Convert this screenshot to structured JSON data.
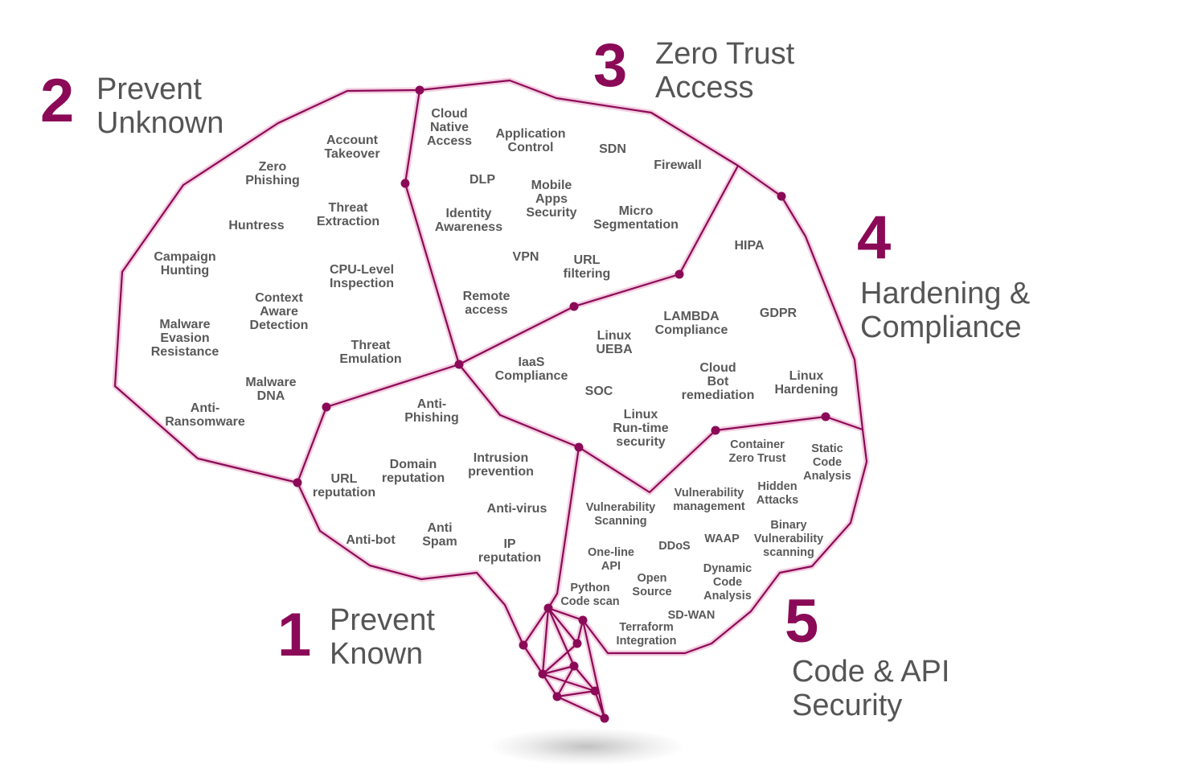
{
  "sections": [
    {
      "id": "s1",
      "number": "1",
      "title": [
        "Prevent",
        "Known"
      ]
    },
    {
      "id": "s2",
      "number": "2",
      "title": [
        "Prevent",
        "Unknown"
      ]
    },
    {
      "id": "s3",
      "number": "3",
      "title": [
        "Zero Trust",
        "Access"
      ]
    },
    {
      "id": "s4",
      "number": "4",
      "title": [
        "Hardening &",
        "Compliance"
      ]
    },
    {
      "id": "s5",
      "number": "5",
      "title": [
        "Code & API",
        "Security"
      ]
    }
  ],
  "colors": {
    "accent": "#8b0a57",
    "text": "#595959",
    "glow": "#f0c8dc"
  },
  "labels": [
    {
      "section": "s2",
      "lines": [
        "Account",
        "Takeover"
      ]
    },
    {
      "section": "s2",
      "lines": [
        "Zero",
        "Phishing"
      ]
    },
    {
      "section": "s2",
      "lines": [
        "Threat",
        "Extraction"
      ]
    },
    {
      "section": "s2",
      "lines": [
        "Huntress"
      ]
    },
    {
      "section": "s2",
      "lines": [
        "Campaign",
        "Hunting"
      ]
    },
    {
      "section": "s2",
      "lines": [
        "CPU-Level",
        "Inspection"
      ]
    },
    {
      "section": "s2",
      "lines": [
        "Context",
        "Aware",
        "Detection"
      ]
    },
    {
      "section": "s2",
      "lines": [
        "Malware",
        "Evasion",
        "Resistance"
      ]
    },
    {
      "section": "s2",
      "lines": [
        "Threat",
        "Emulation"
      ]
    },
    {
      "section": "s2",
      "lines": [
        "Malware",
        "DNA"
      ]
    },
    {
      "section": "s2",
      "lines": [
        "Anti-",
        "Ransomware"
      ]
    },
    {
      "section": "s3",
      "lines": [
        "Cloud",
        "Native",
        "Access"
      ]
    },
    {
      "section": "s3",
      "lines": [
        "Application",
        "Control"
      ]
    },
    {
      "section": "s3",
      "lines": [
        "SDN"
      ]
    },
    {
      "section": "s3",
      "lines": [
        "Firewall"
      ]
    },
    {
      "section": "s3",
      "lines": [
        "DLP"
      ]
    },
    {
      "section": "s3",
      "lines": [
        "Mobile",
        "Apps",
        "Security"
      ]
    },
    {
      "section": "s3",
      "lines": [
        "Identity",
        "Awareness"
      ]
    },
    {
      "section": "s3",
      "lines": [
        "Micro",
        "Segmentation"
      ]
    },
    {
      "section": "s3",
      "lines": [
        "VPN"
      ]
    },
    {
      "section": "s3",
      "lines": [
        "URL",
        "filtering"
      ]
    },
    {
      "section": "s3",
      "lines": [
        "Remote",
        "access"
      ]
    },
    {
      "section": "s4",
      "lines": [
        "HIPA"
      ]
    },
    {
      "section": "s4",
      "lines": [
        "LAMBDA",
        "Compliance"
      ]
    },
    {
      "section": "s4",
      "lines": [
        "GDPR"
      ]
    },
    {
      "section": "s4",
      "lines": [
        "Linux",
        "UEBA"
      ]
    },
    {
      "section": "s4",
      "lines": [
        "IaaS",
        "Compliance"
      ]
    },
    {
      "section": "s4",
      "lines": [
        "Cloud",
        "Bot",
        "remediation"
      ]
    },
    {
      "section": "s4",
      "lines": [
        "Linux",
        "Hardening"
      ]
    },
    {
      "section": "s4",
      "lines": [
        "SOC"
      ]
    },
    {
      "section": "s4",
      "lines": [
        "Linux",
        "Run-time",
        "security"
      ]
    },
    {
      "section": "s1",
      "lines": [
        "Anti-",
        "Phishing"
      ]
    },
    {
      "section": "s1",
      "lines": [
        "Domain",
        "reputation"
      ]
    },
    {
      "section": "s1",
      "lines": [
        "Intrusion",
        "prevention"
      ]
    },
    {
      "section": "s1",
      "lines": [
        "URL",
        "reputation"
      ]
    },
    {
      "section": "s1",
      "lines": [
        "Anti-virus"
      ]
    },
    {
      "section": "s1",
      "lines": [
        "Anti-bot"
      ]
    },
    {
      "section": "s1",
      "lines": [
        "Anti",
        "Spam"
      ]
    },
    {
      "section": "s1",
      "lines": [
        "IP",
        "reputation"
      ]
    },
    {
      "section": "s5",
      "lines": [
        "Container",
        "Zero Trust"
      ]
    },
    {
      "section": "s5",
      "lines": [
        "Static",
        "Code",
        "Analysis"
      ]
    },
    {
      "section": "s5",
      "lines": [
        "Vulnerability",
        "management"
      ]
    },
    {
      "section": "s5",
      "lines": [
        "Hidden",
        "Attacks"
      ]
    },
    {
      "section": "s5",
      "lines": [
        "Vulnerability",
        "Scanning"
      ]
    },
    {
      "section": "s5",
      "lines": [
        "Binary",
        "Vulnerability",
        "scanning"
      ]
    },
    {
      "section": "s5",
      "lines": [
        "DDoS"
      ]
    },
    {
      "section": "s5",
      "lines": [
        "WAAP"
      ]
    },
    {
      "section": "s5",
      "lines": [
        "One-line",
        "API"
      ]
    },
    {
      "section": "s5",
      "lines": [
        "Open",
        "Source"
      ]
    },
    {
      "section": "s5",
      "lines": [
        "Dynamic",
        "Code",
        "Analysis"
      ]
    },
    {
      "section": "s5",
      "lines": [
        "Python",
        "Code scan"
      ]
    },
    {
      "section": "s5",
      "lines": [
        "SD-WAN"
      ]
    },
    {
      "section": "s5",
      "lines": [
        "Terraform",
        "Integration"
      ]
    }
  ]
}
